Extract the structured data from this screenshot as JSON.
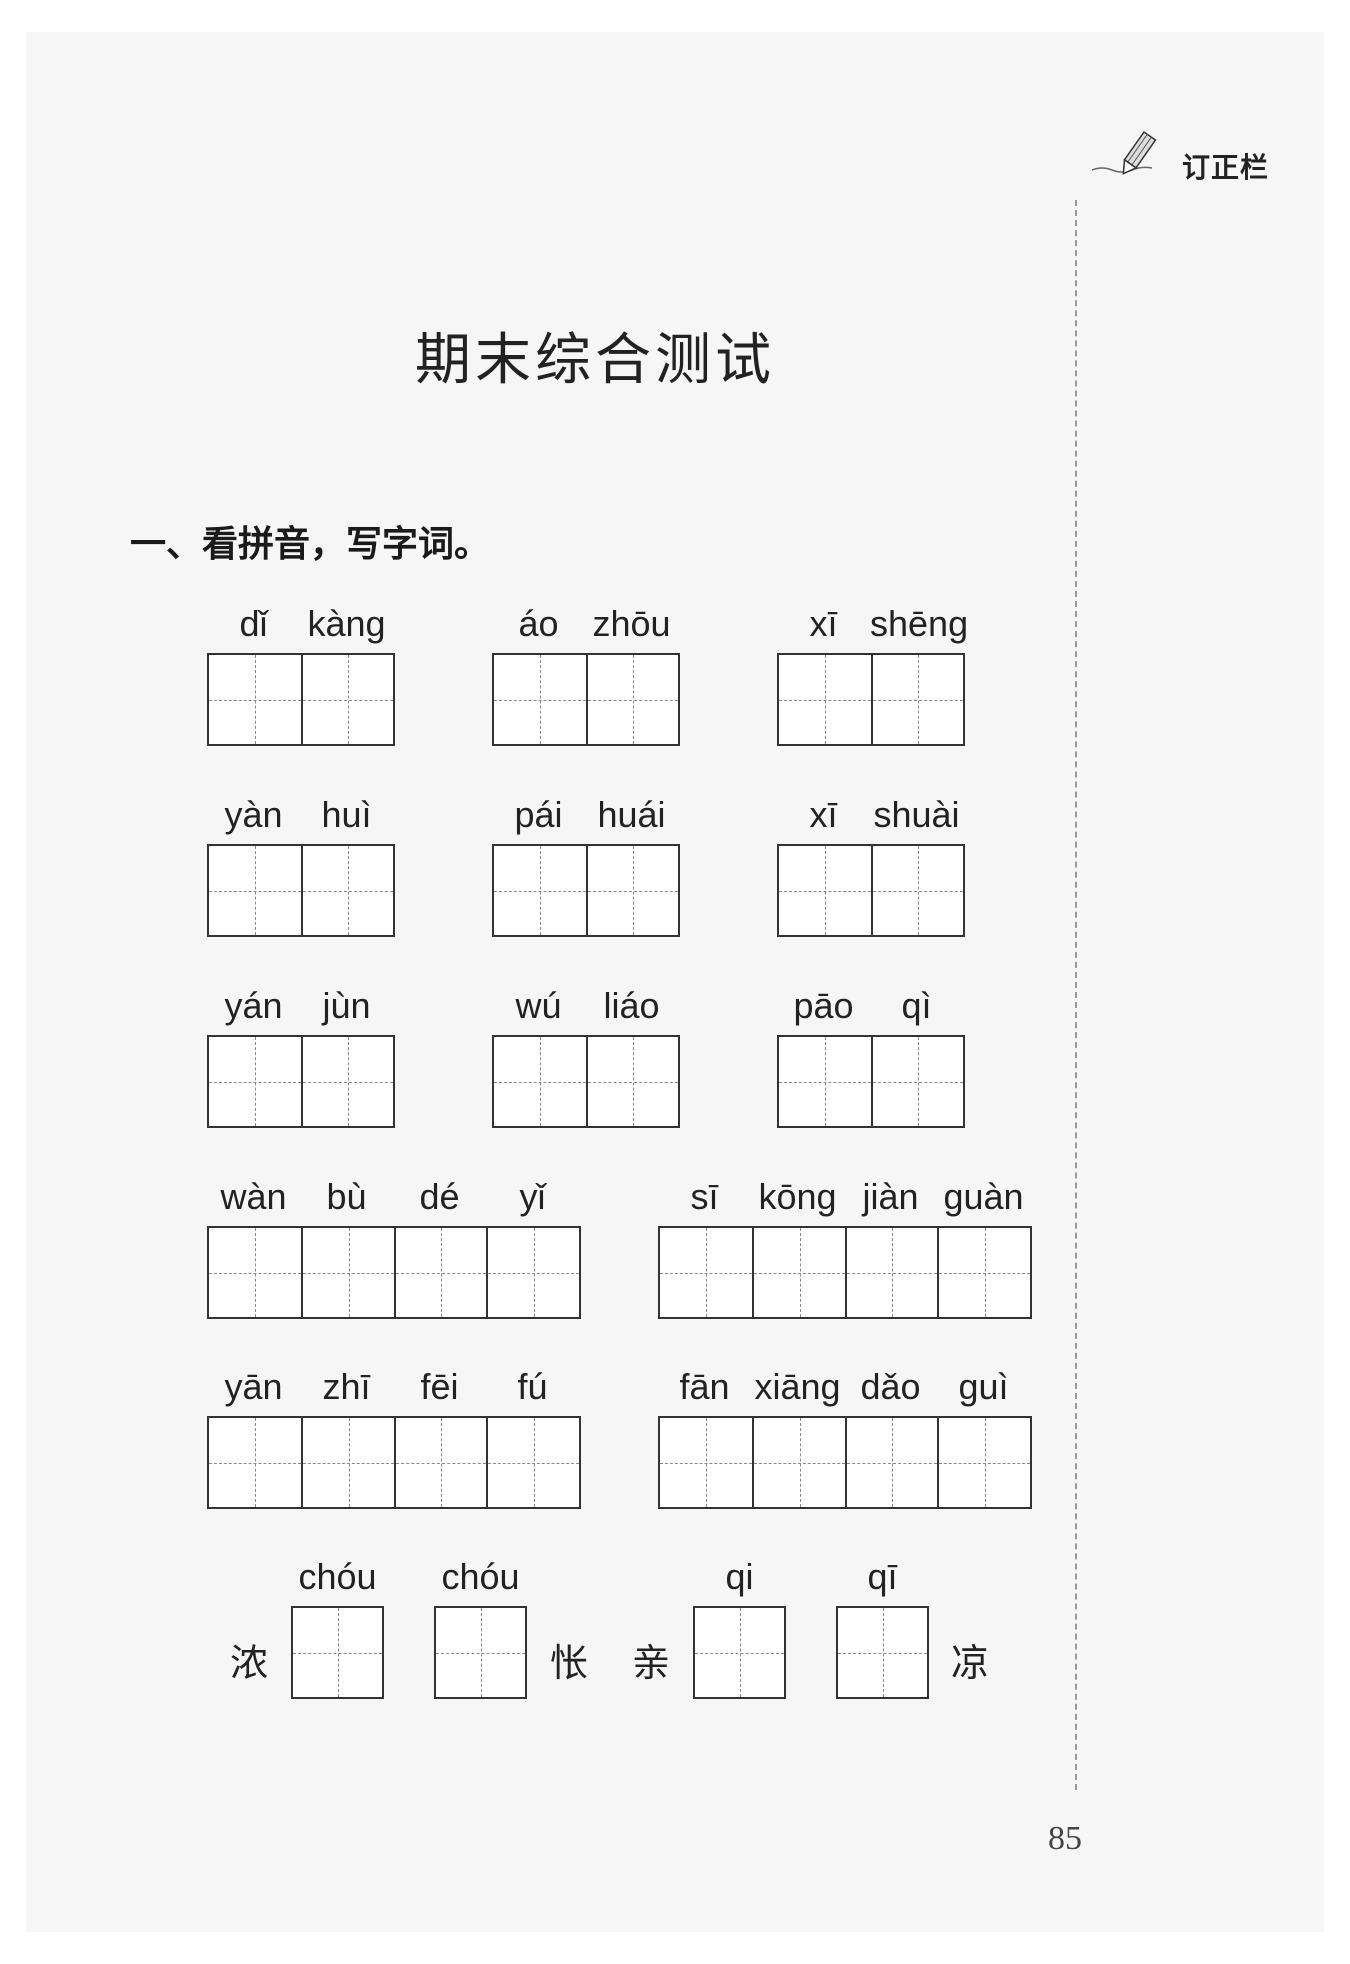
{
  "correction": {
    "label": "订正栏",
    "icon": "pencil-icon"
  },
  "title": "期末综合测试",
  "section": "一、看拼音，写字词。",
  "words": [
    {
      "syllables": [
        "dǐ",
        "kàng"
      ]
    },
    {
      "syllables": [
        "áo",
        "zhōu"
      ]
    },
    {
      "syllables": [
        "xī",
        "shēng"
      ]
    },
    {
      "syllables": [
        "yàn",
        "huì"
      ]
    },
    {
      "syllables": [
        "pái",
        "huái"
      ]
    },
    {
      "syllables": [
        "xī",
        "shuài"
      ]
    },
    {
      "syllables": [
        "yán",
        "jùn"
      ]
    },
    {
      "syllables": [
        "wú",
        "liáo"
      ]
    },
    {
      "syllables": [
        "pāo",
        "qì"
      ]
    },
    {
      "syllables": [
        "wàn",
        "bù",
        "dé",
        "yǐ"
      ]
    },
    {
      "syllables": [
        "sī",
        "kōng",
        "jiàn",
        "guàn"
      ]
    },
    {
      "syllables": [
        "yān",
        "zhī",
        "fēi",
        "fú"
      ]
    },
    {
      "syllables": [
        "fān",
        "xiāng",
        "dǎo",
        "guì"
      ]
    }
  ],
  "last_row": {
    "chars": [
      "浓",
      "怅",
      "亲",
      "凉"
    ],
    "pinyin": [
      "chóu",
      "chóu",
      "qi",
      "qī"
    ]
  },
  "page_number": "85"
}
